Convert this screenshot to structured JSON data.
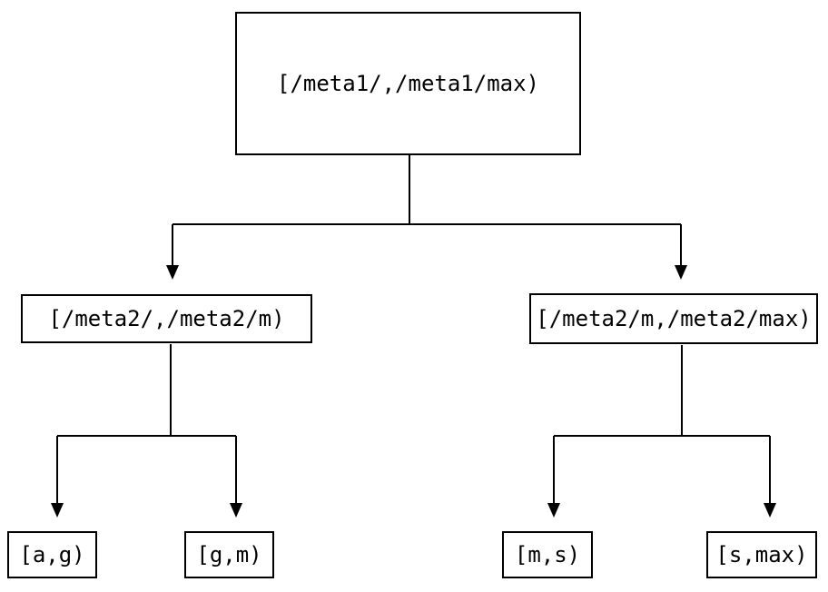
{
  "diagram": {
    "kind": "interval-partition-tree",
    "background_color": "#ffffff",
    "line_color": "#000000",
    "box_border_color": "#000000",
    "box_fill_color": "#ffffff",
    "text_color": "#000000",
    "nodes": {
      "root": {
        "label": "[/meta1/,/meta1/max)"
      },
      "meta2_low": {
        "label": "[/meta2/,/meta2/m)"
      },
      "meta2_high": {
        "label": "[/meta2/m,/meta2/max)"
      },
      "leaf_ag": {
        "label": "[a,g)"
      },
      "leaf_gm": {
        "label": "[g,m)"
      },
      "leaf_ms": {
        "label": "[m,s)"
      },
      "leaf_smax": {
        "label": "[s,max)"
      }
    },
    "edges": [
      {
        "from": "root",
        "to": "meta2_low",
        "arrow": "down-triangle"
      },
      {
        "from": "root",
        "to": "meta2_high",
        "arrow": "down-triangle"
      },
      {
        "from": "meta2_low",
        "to": "leaf_ag",
        "arrow": "down-triangle"
      },
      {
        "from": "meta2_low",
        "to": "leaf_gm",
        "arrow": "down-triangle"
      },
      {
        "from": "meta2_high",
        "to": "leaf_ms",
        "arrow": "down-triangle"
      },
      {
        "from": "meta2_high",
        "to": "leaf_smax",
        "arrow": "down-triangle"
      }
    ]
  }
}
